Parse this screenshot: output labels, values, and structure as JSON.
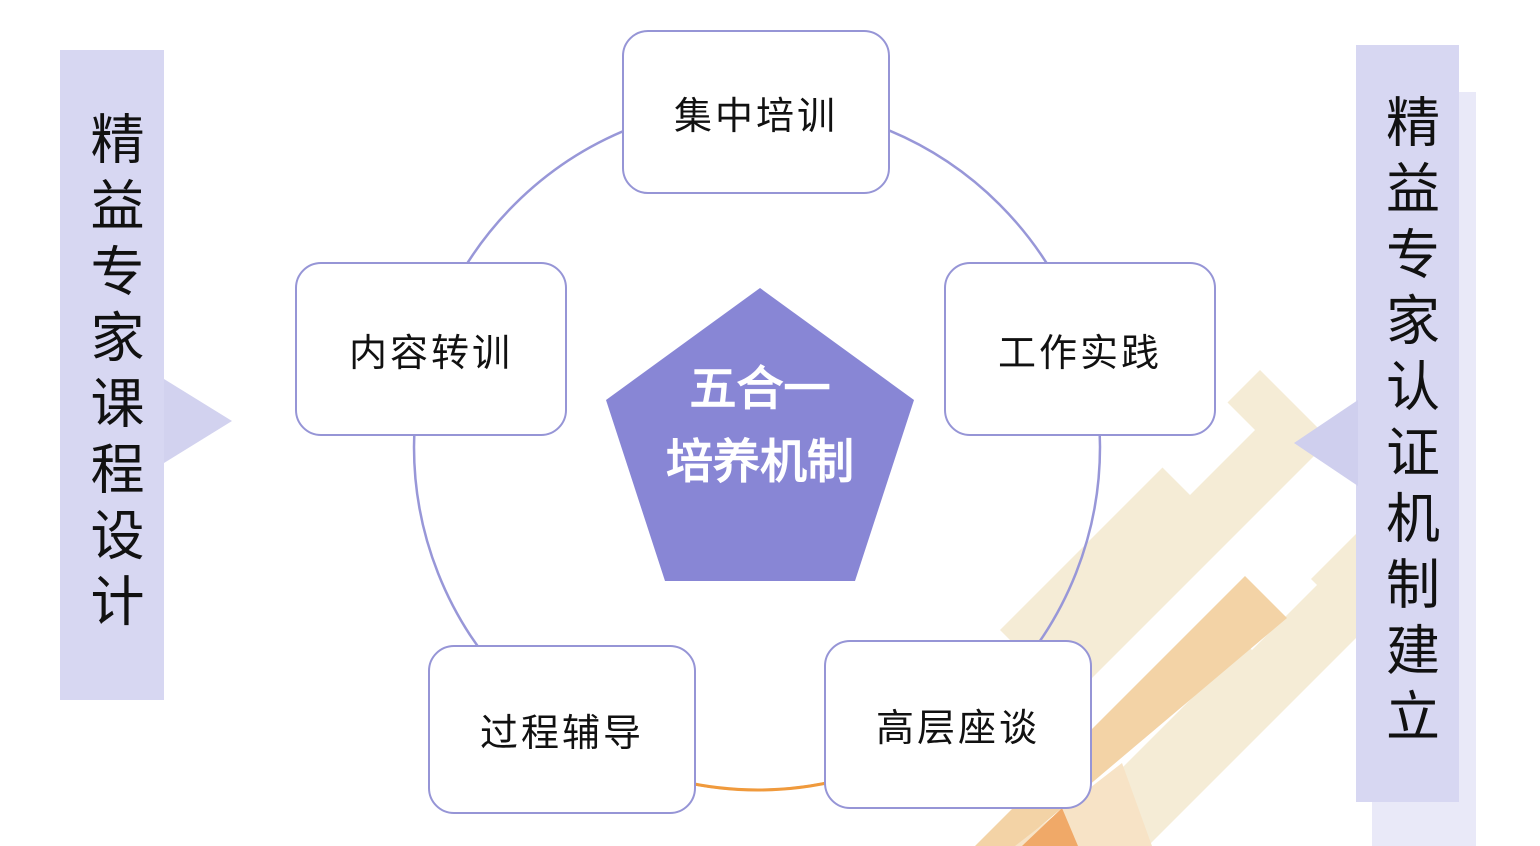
{
  "left_banner": {
    "label": "精益专家课程设计"
  },
  "right_banner": {
    "label": "精益专家认证机制建立"
  },
  "pentagon": {
    "line1": "五合一",
    "line2": "培养机制"
  },
  "nodes": [
    {
      "position": "top",
      "label": "集中培训"
    },
    {
      "position": "upper-left",
      "label": "内容转训"
    },
    {
      "position": "upper-right",
      "label": "工作实践"
    },
    {
      "position": "lower-left",
      "label": "过程辅导"
    },
    {
      "position": "lower-right",
      "label": "高层座谈"
    }
  ],
  "colors": {
    "banner_fill": "#d7d7f2",
    "arrow_fill": "#d2d2ef",
    "node_border": "#9695d6",
    "circle_stroke": "#9897d8",
    "circle_accent": "#f09a3c",
    "pentagon_fill": "#8886d5",
    "pentagon_text": "#ffffff",
    "text": "#111111"
  }
}
